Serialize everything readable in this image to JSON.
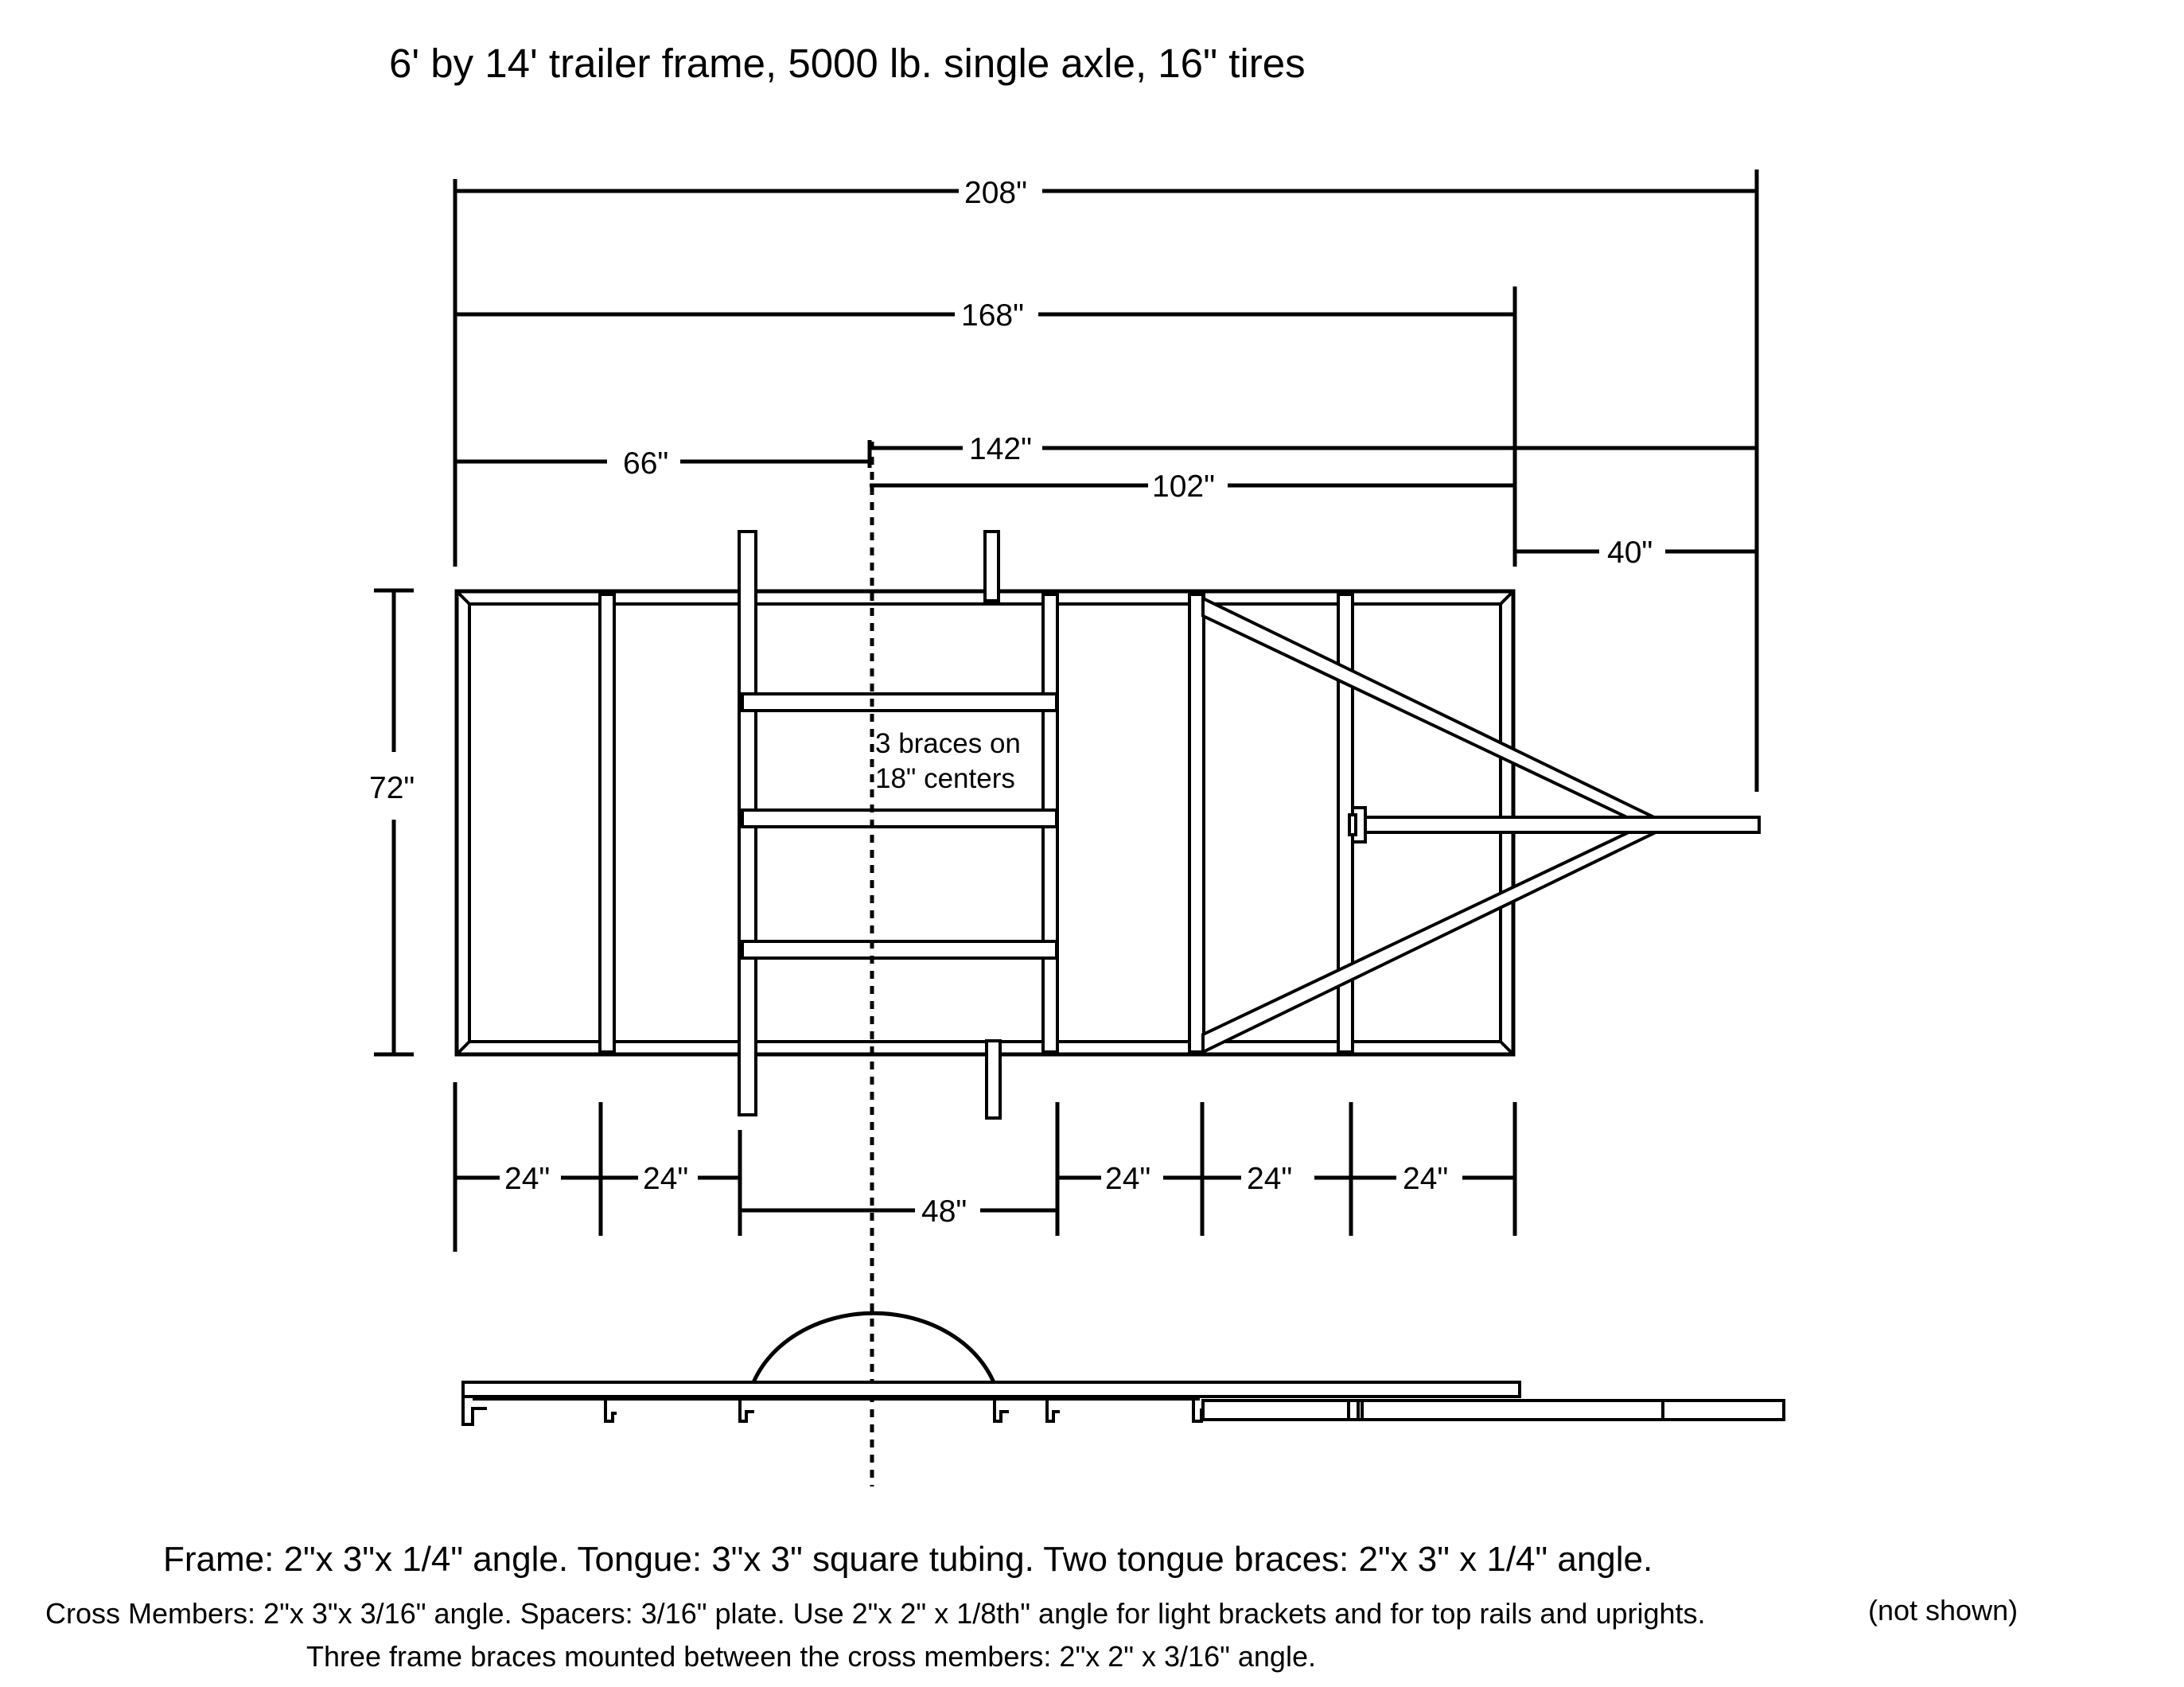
{
  "title": "6' by 14' trailer frame, 5000 lb. single axle, 16\" tires",
  "dimensions": {
    "overall_length": "208\"",
    "box_length": "168\"",
    "front_to_axle": "66\"",
    "axle_to_hitch": "142\"",
    "axle_to_box_end": "102\"",
    "tongue_extension": "40\"",
    "width": "72\"",
    "spacing_1": "24\"",
    "spacing_2": "24\"",
    "axle_spacing": "48\"",
    "spacing_3": "24\"",
    "spacing_4": "24\"",
    "spacing_5": "24\""
  },
  "braces_note_line1": "3 braces on",
  "braces_note_line2": "18\" centers",
  "notes": {
    "line1": "Frame: 2\"x 3\"x 1/4\" angle. Tongue: 3\"x 3\" square tubing. Two tongue braces: 2\"x 3\" x 1/4\" angle.",
    "line2": "Cross Members:  2\"x 3\"x 3/16\" angle. Spacers: 3/16\" plate. Use 2\"x 2\" x 1/8th\" angle for light brackets  and for top rails and uprights.",
    "line2_aside": "(not shown)",
    "line3": "Three frame braces mounted between the cross members: 2\"x 2\" x 3/16\" angle."
  },
  "colors": {
    "ink": "#000000",
    "paper": "#ffffff"
  }
}
